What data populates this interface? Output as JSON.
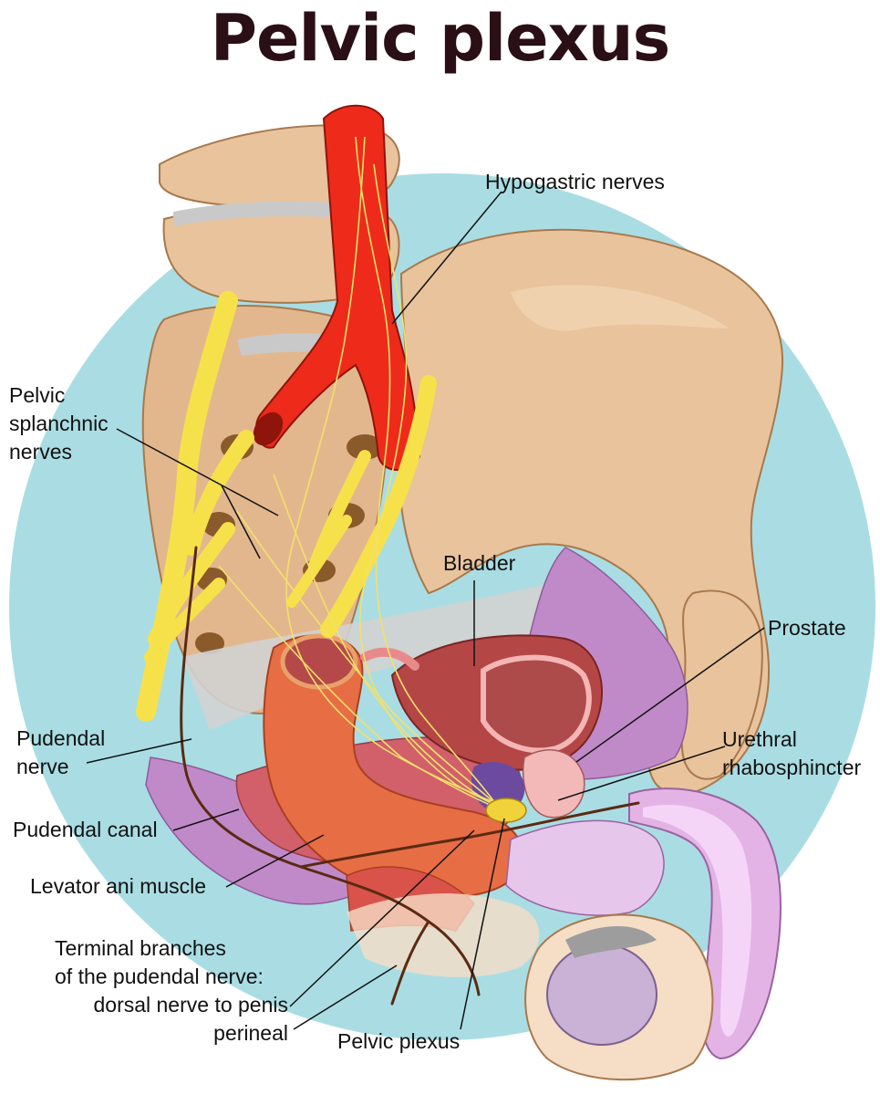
{
  "title": "Pelvic plexus",
  "labels": {
    "hypogastric": "Hypogastric nerves",
    "splanchnic": [
      "Pelvic",
      "splanchnic",
      "nerves"
    ],
    "bladder": "Bladder",
    "prostate": "Prostate",
    "urethral": [
      "Urethral",
      "rhabosphincter"
    ],
    "pudendal_nerve": [
      "Pudendal",
      "nerve"
    ],
    "pudendal_canal": "Pudendal canal",
    "levator": "Levator ani muscle",
    "terminal": [
      "Terminal branches",
      "of the pudendal nerve:",
      "dorsal nerve to penis",
      "perineal"
    ],
    "plexus": "Pelvic plexus"
  },
  "colors": {
    "backdrop_circle": "#a9dde3",
    "bone": "#e8c39c",
    "artery": "#ee2b1a",
    "nerve": "#f7e14a",
    "muscle_red": "#c6524e",
    "muscle_purple": "#c08ac9",
    "rectum": "#e76d45",
    "bladder": "#b54646",
    "penis_pink": "#e3b3e6",
    "title": "#2b0f16"
  }
}
